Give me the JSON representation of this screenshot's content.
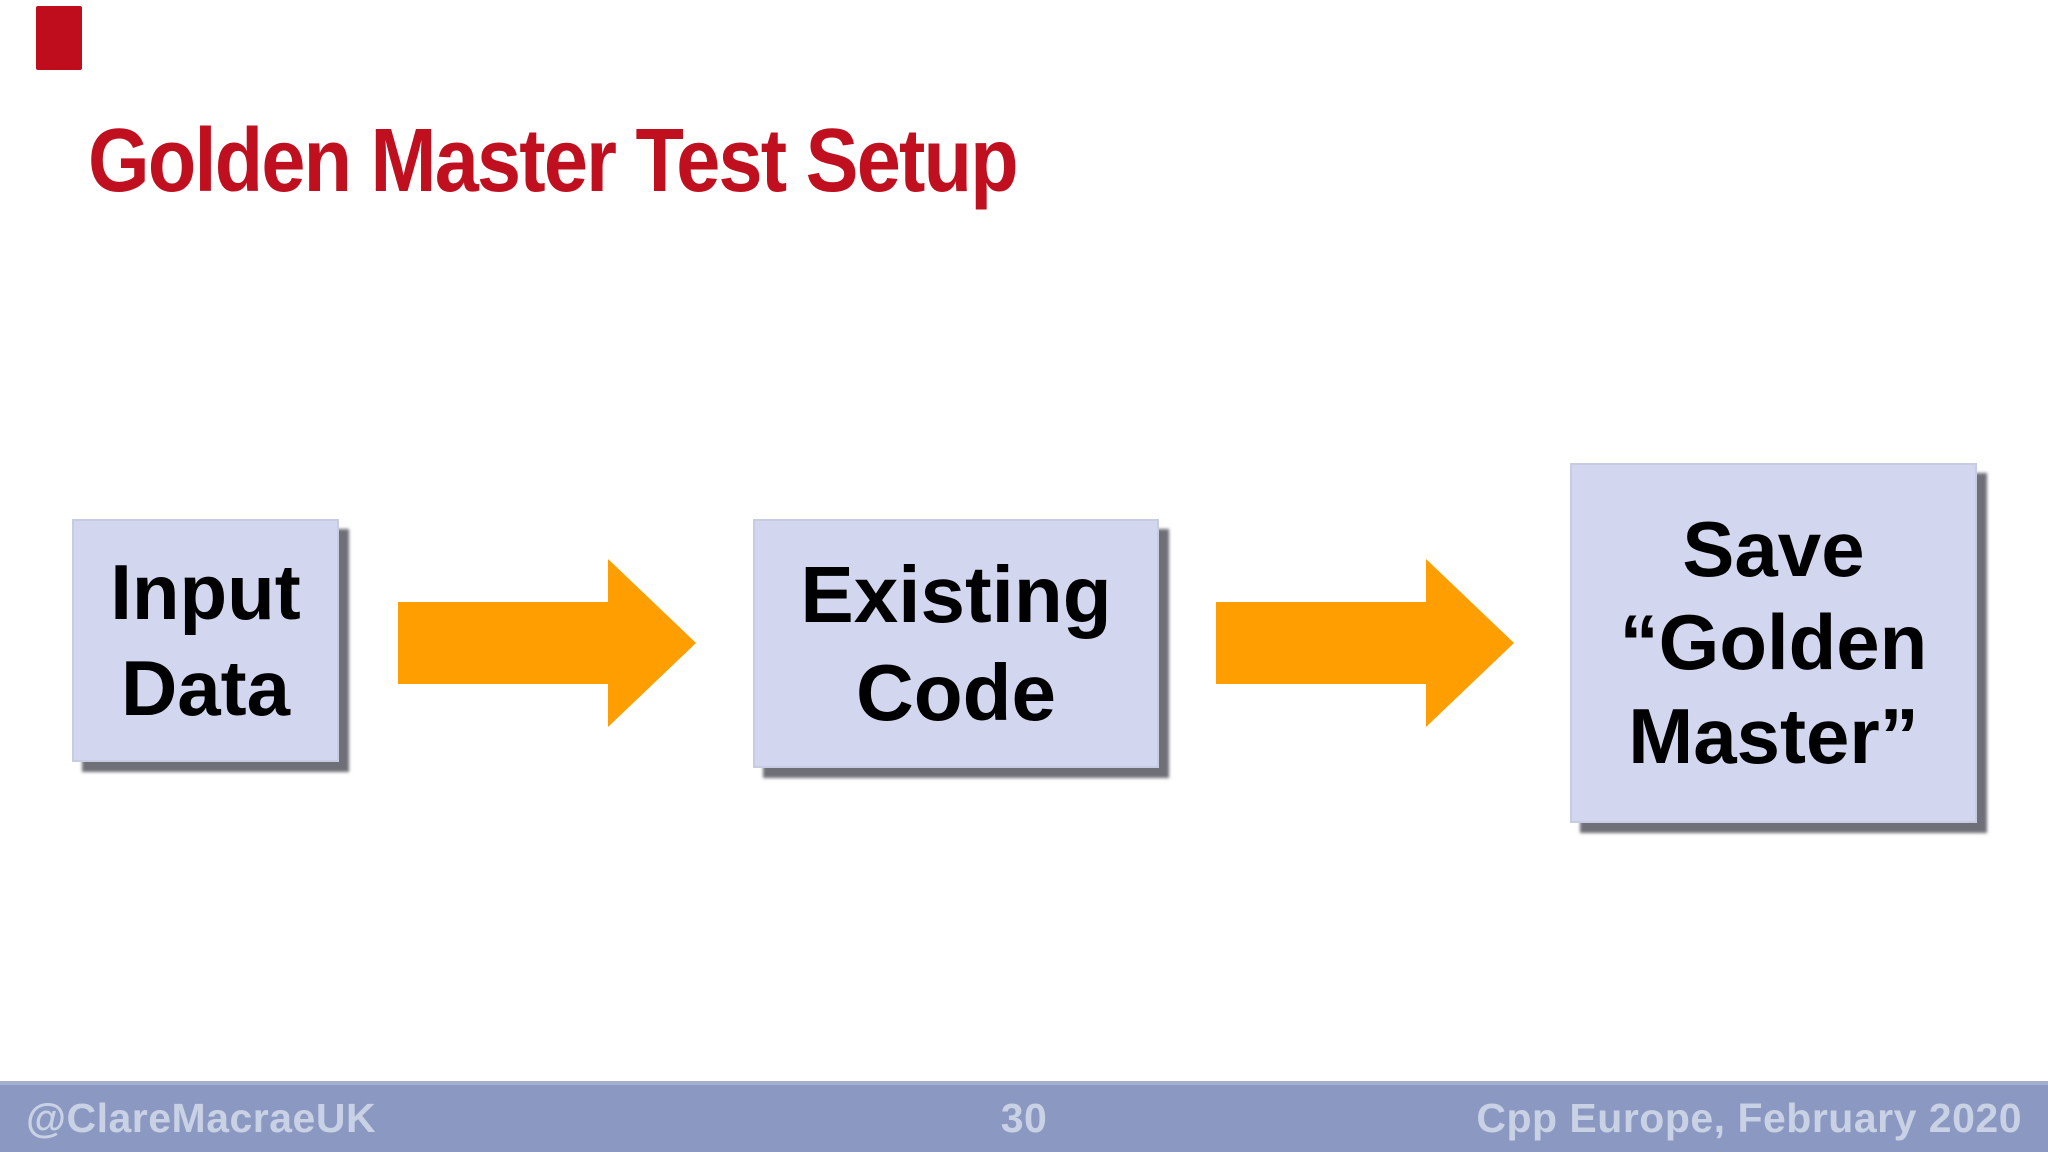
{
  "slide": {
    "title": "Golden Master Test Setup",
    "flow": {
      "boxes": [
        {
          "name": "input-data",
          "lines": [
            "Input",
            "Data"
          ]
        },
        {
          "name": "existing-code",
          "lines": [
            "Existing",
            "Code"
          ]
        },
        {
          "name": "golden-master",
          "lines": [
            "Save",
            "“Golden",
            "Master”"
          ]
        }
      ],
      "arrow_glyph": "right-arrow"
    },
    "footer": {
      "handle": "@ClareMacraeUK",
      "page_number": "30",
      "event": "Cpp Europe, February 2020"
    },
    "colors": {
      "title_red": "#c0101f",
      "artifact_red": "#c00d1d",
      "box_fill": "#d2d6ee",
      "box_text": "#000000",
      "arrow_orange": "#ff9e00",
      "footer_bar": "#8b99c2",
      "footer_text": "#c9d1e4"
    }
  }
}
